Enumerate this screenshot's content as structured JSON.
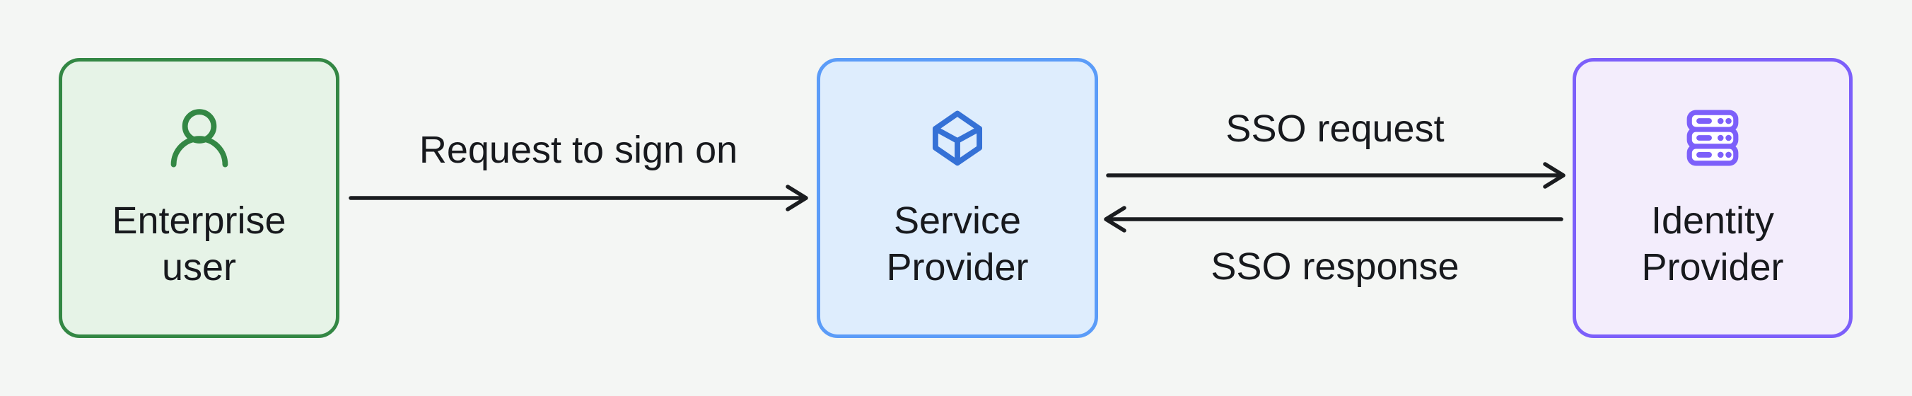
{
  "canvas": {
    "background_color": "#f4f6f4",
    "text_color": "#17191d",
    "arrow_color": "#1a1c1f"
  },
  "nodes": [
    {
      "id": "enterprise-user",
      "label": "Enterprise user",
      "icon": "user-icon",
      "border_color": "#338744",
      "fill_color": "#e6f3e7",
      "icon_color": "#338744"
    },
    {
      "id": "service-provider",
      "label": "Service Provider",
      "icon": "cube-icon",
      "border_color": "#5b9cf8",
      "fill_color": "#deedfd",
      "icon_color": "#3571d6"
    },
    {
      "id": "identity-provider",
      "label": "Identity Provider",
      "icon": "server-icon",
      "border_color": "#7c5ffa",
      "fill_color": "#f3edfc",
      "icon_color": "#7c5ffa"
    }
  ],
  "edges": [
    {
      "label": "Request to sign on",
      "from": "enterprise-user",
      "to": "service-provider",
      "direction": "right"
    },
    {
      "label": "SSO request",
      "from": "service-provider",
      "to": "identity-provider",
      "direction": "right"
    },
    {
      "label": "SSO response",
      "from": "identity-provider",
      "to": "service-provider",
      "direction": "left"
    }
  ]
}
